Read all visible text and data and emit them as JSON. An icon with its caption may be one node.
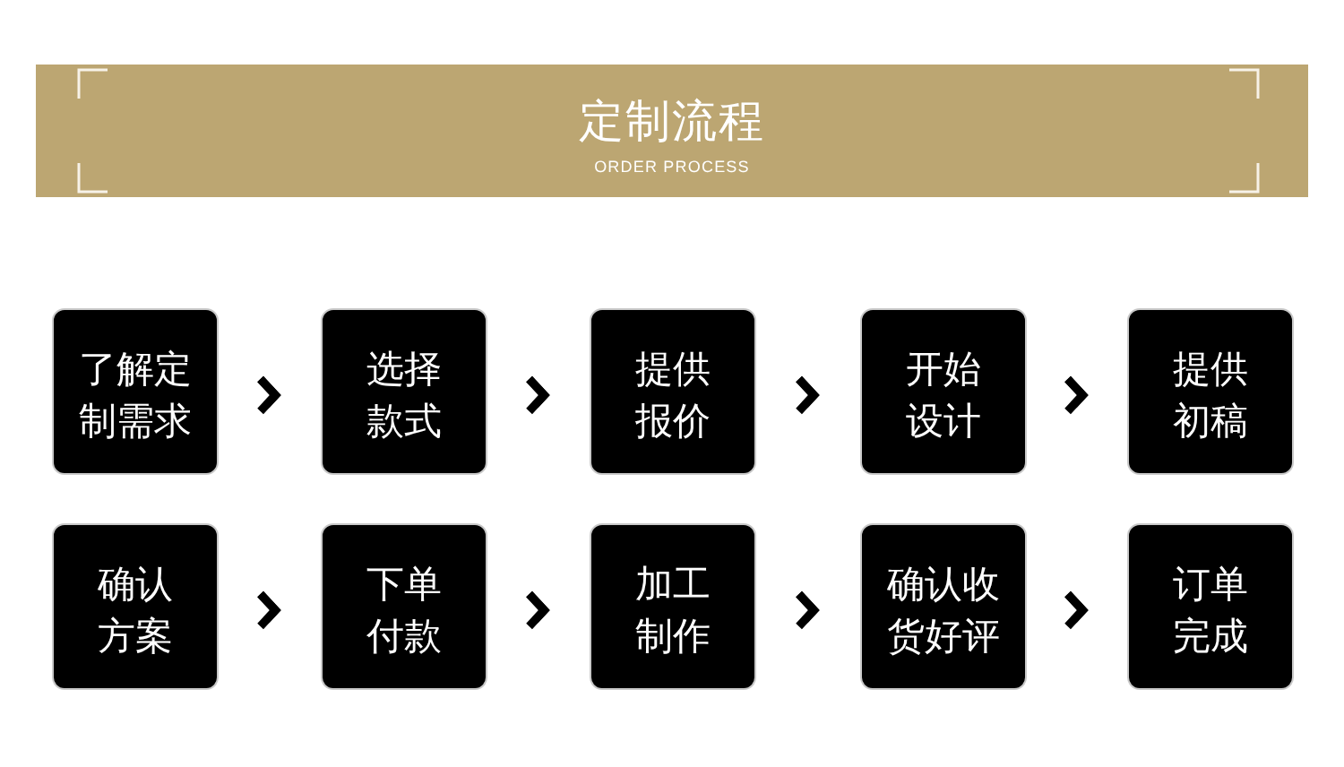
{
  "diagram": {
    "title": "定制流程",
    "nodes": [
      {
        "text": [
          "了解定制需求"
        ]
      },
      {
        "text": [
          "选择款式"
        ]
      },
      {
        "text": [
          "提供报价"
        ]
      },
      {
        "text": [
          "开始设计"
        ]
      },
      {
        "text": [
          "提供初稿"
        ]
      },
      {
        "text": [
          "确认方案"
        ]
      },
      {
        "text": [
          "下单付款"
        ]
      },
      {
        "text": [
          "加工制作"
        ]
      },
      {
        "text": [
          "确认收货好评"
        ]
      },
      {
        "text": [
          "订单完成"
        ]
      }
    ],
    "edges": [
      {
        "from": 0,
        "to": 1,
        "arrow": "to"
      },
      {
        "from": 1,
        "to": 2,
        "arrow": "to"
      },
      {
        "from": 2,
        "to": 3,
        "arrow": "to"
      },
      {
        "from": 3,
        "to": 4,
        "arrow": "to"
      },
      {
        "from": 5,
        "to": 6,
        "arrow": "to"
      },
      {
        "from": 6,
        "to": 7,
        "arrow": "to"
      },
      {
        "from": 7,
        "to": 8,
        "arrow": "to"
      },
      {
        "from": 8,
        "to": 9,
        "arrow": "to"
      }
    ],
    "labels": [
      "ORDER PROCESS"
    ]
  }
}
